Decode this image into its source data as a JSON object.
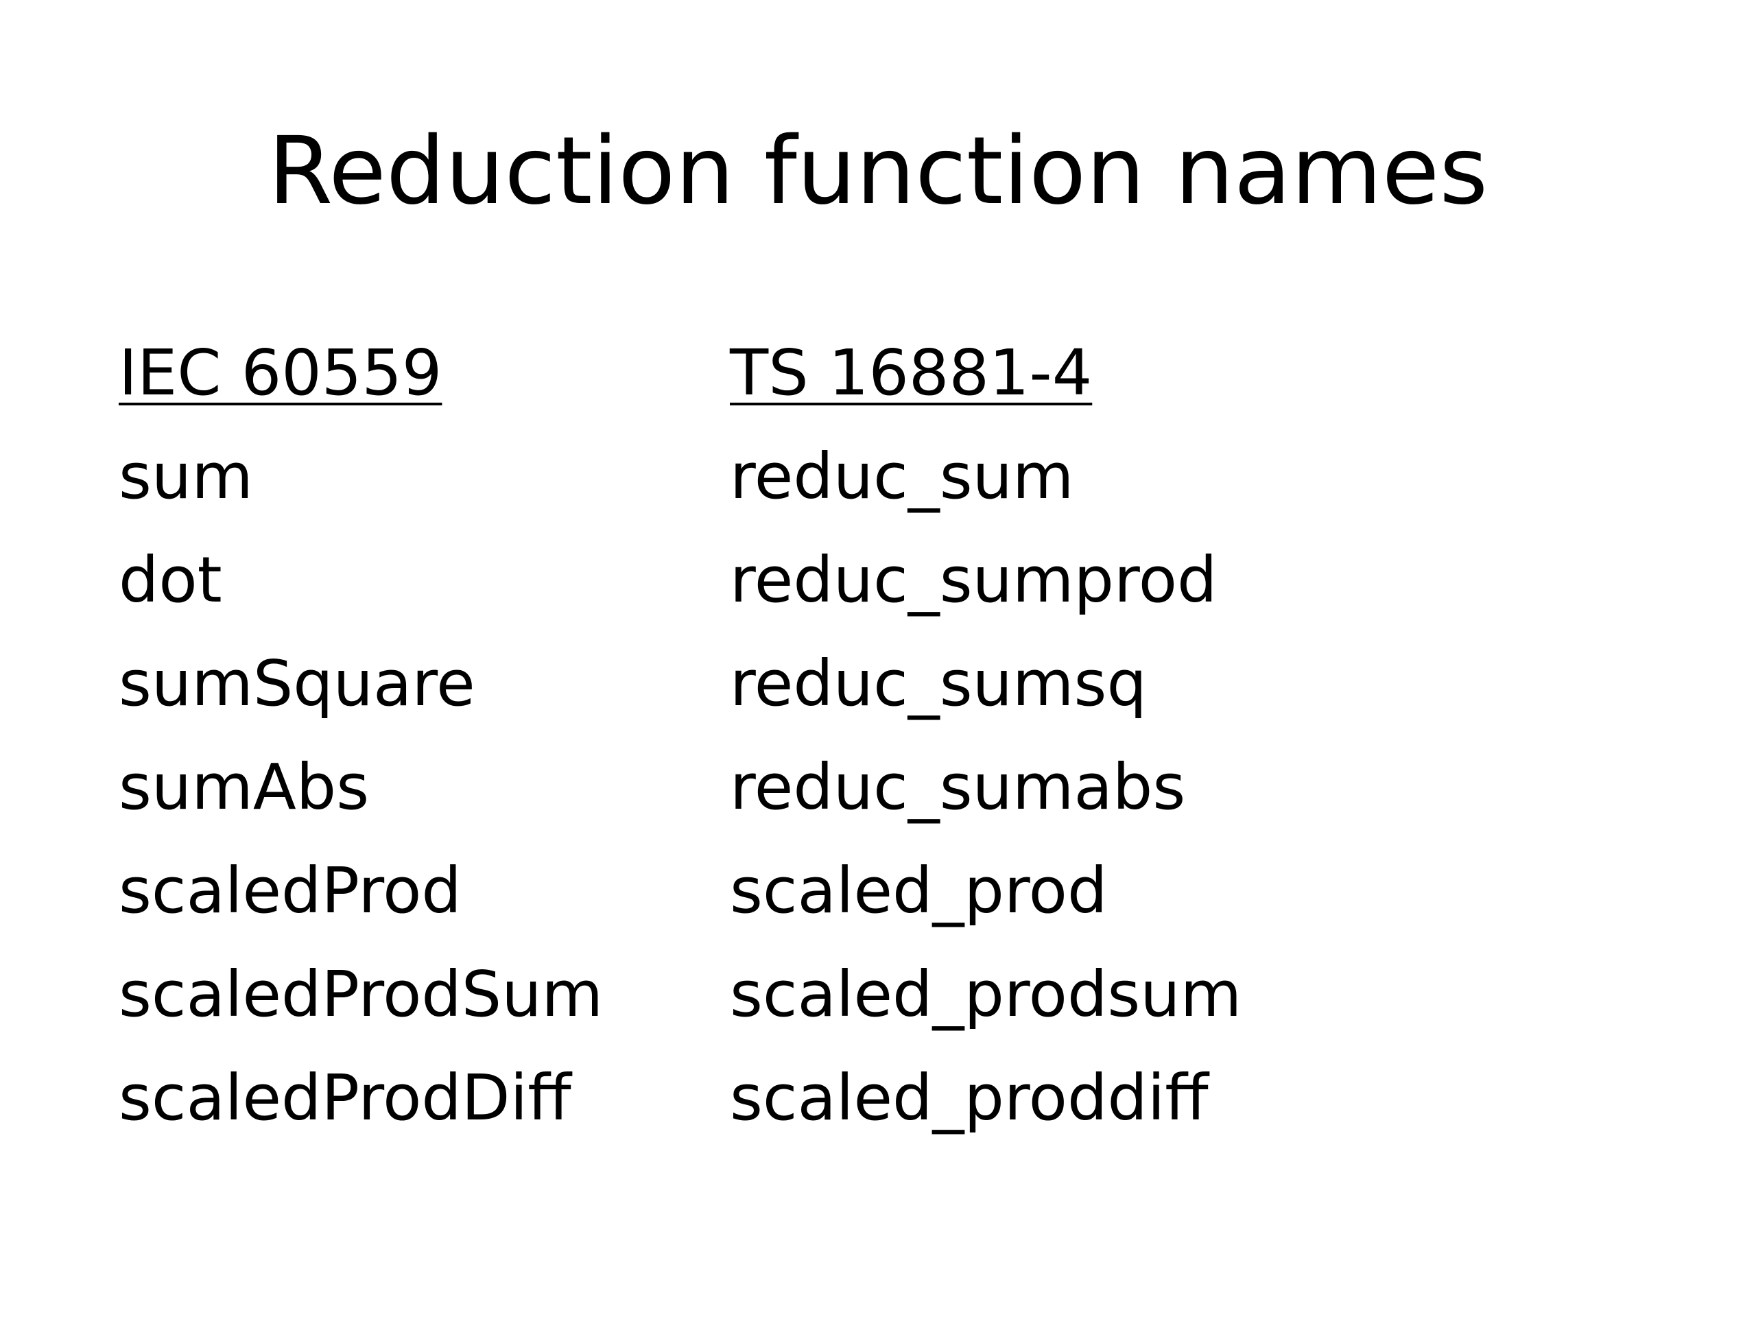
{
  "slide": {
    "title": "Reduction function names",
    "columns": [
      {
        "header": "IEC 60559",
        "items": [
          "sum",
          "dot",
          "sumSquare",
          "sumAbs",
          "scaledProd",
          "scaledProdSum",
          "scaledProdDiff"
        ]
      },
      {
        "header": "TS 16881-4",
        "items": [
          "reduc_sum",
          "reduc_sumprod",
          "reduc_sumsq",
          "reduc_sumabs",
          "scaled_prod",
          "scaled_prodsum",
          "scaled_proddiff"
        ]
      }
    ]
  }
}
